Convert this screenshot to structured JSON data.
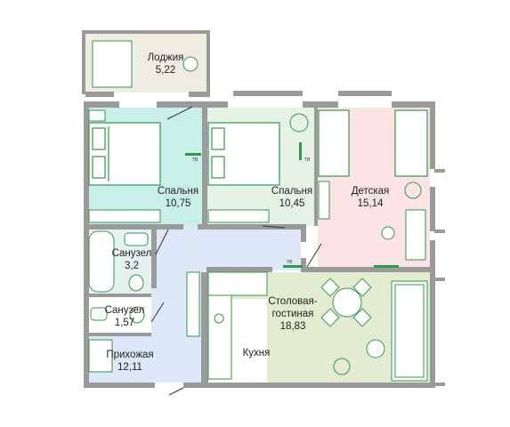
{
  "rooms": {
    "loggia": {
      "name": "Лоджия",
      "area": "5,22"
    },
    "bedroom1": {
      "name": "Спальня",
      "area": "10,75"
    },
    "bedroom2": {
      "name": "Спальня",
      "area": "10,45"
    },
    "kids": {
      "name": "Детская",
      "area": "15,14"
    },
    "bath1": {
      "name": "Санузел",
      "area": "3,2"
    },
    "bath2": {
      "name": "Санузел",
      "area": "1,57"
    },
    "hall": {
      "name": "Прихожая",
      "area": "12,11"
    },
    "living": {
      "name_line1": "Столовая-",
      "name_line2": "гостиная",
      "area": "18,83"
    },
    "kitchen": {
      "name": "Кухня"
    }
  },
  "tv_marks": [
    "TB",
    "TB",
    "TB"
  ],
  "colors": {
    "wall": "#9a9a9a",
    "loggia_fill": "#efece1",
    "bedroom1_fill": "#c9efe9",
    "bedroom2_fill": "#e5f2e5",
    "kids_fill": "#fbe3e5",
    "bath1_fill": "#e6f2f2",
    "hall_fill": "#dde9f8",
    "living_fill": "#e3ecd0",
    "furniture": "#2e9a46"
  }
}
